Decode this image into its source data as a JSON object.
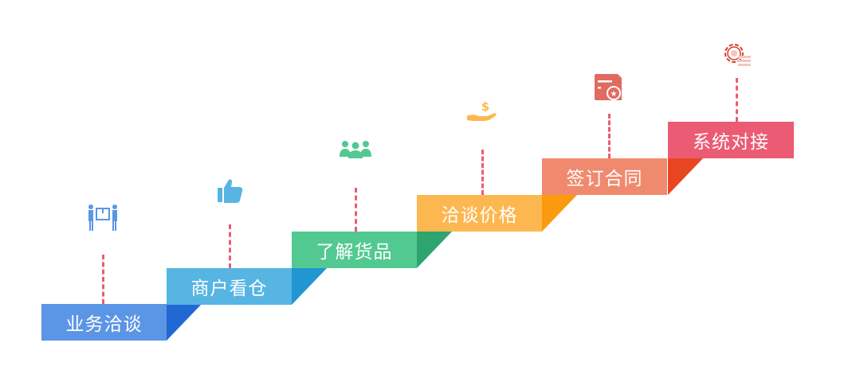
{
  "steps": [
    {
      "label": "业务洽谈",
      "icon": "handover-box-icon",
      "color": "#5b95e5",
      "shade": "#2069d4"
    },
    {
      "label": "商户看仓",
      "icon": "thumbs-up-icon",
      "color": "#56b5e3",
      "shade": "#2196d0"
    },
    {
      "label": "了解货品",
      "icon": "group-people-icon",
      "color": "#52c990",
      "shade": "#2ea56e"
    },
    {
      "label": "洽谈价格",
      "icon": "hand-dollar-icon",
      "color": "#fdb750",
      "shade": "#fb9a0f"
    },
    {
      "label": "签订合同",
      "icon": "contract-seal-icon",
      "color": "#f08a6f",
      "shade": "#e84620"
    },
    {
      "label": "系统对接",
      "icon": "gear-settings-icon",
      "color": "#ec5b74",
      "shade": ""
    }
  ],
  "connector_color": "#ec5b74"
}
